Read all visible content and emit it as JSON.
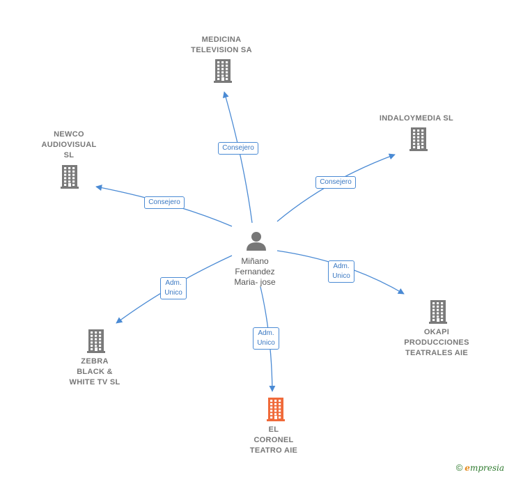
{
  "center": {
    "name": "Miñano\nFernandez\nMaria- jose"
  },
  "nodes": [
    {
      "id": "medicina",
      "label": "MEDICINA\nTELEVISION SA",
      "highlight": false
    },
    {
      "id": "indaloy",
      "label": "INDALOYMEDIA SL",
      "highlight": false
    },
    {
      "id": "newco",
      "label": "NEWCO\nAUDIOVISUAL\nSL",
      "highlight": false
    },
    {
      "id": "okapi",
      "label": "OKAPI\nPRODUCCIONES\nTEATRALES AIE",
      "highlight": false
    },
    {
      "id": "zebra",
      "label": "ZEBRA\nBLACK &\nWHITE TV  SL",
      "highlight": false
    },
    {
      "id": "coronel",
      "label": "EL\nCORONEL\nTEATRO AIE",
      "highlight": true
    }
  ],
  "edges": [
    {
      "to": "medicina",
      "label": "Consejero"
    },
    {
      "to": "indaloy",
      "label": "Consejero"
    },
    {
      "to": "newco",
      "label": "Consejero"
    },
    {
      "to": "okapi",
      "label": "Adm.\nUnico"
    },
    {
      "to": "zebra",
      "label": "Adm.\nUnico"
    },
    {
      "to": "coronel",
      "label": "Adm.\nUnico"
    }
  ],
  "colors": {
    "company": "#7a7a7a",
    "highlight": "#f06a3a",
    "edge": "#4a8ad4",
    "person": "#777777"
  },
  "watermark": {
    "copyright": "©",
    "brand_first": "e",
    "brand_rest": "mpresia"
  }
}
